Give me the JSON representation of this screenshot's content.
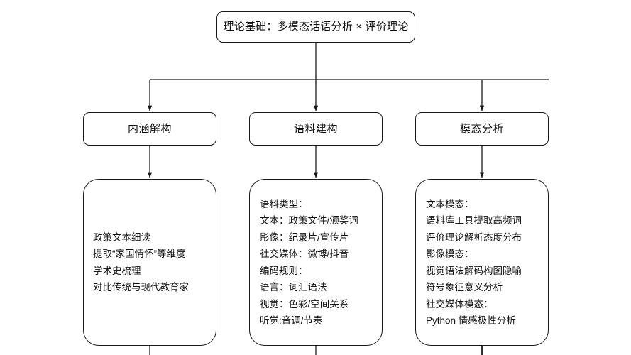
{
  "diagram": {
    "title_node": {
      "label": "理论基础：多模态话语分析 × 评价理论"
    },
    "stages": [
      {
        "id": "stage-connotation",
        "label": "内涵解构"
      },
      {
        "id": "stage-corpus",
        "label": "语料建构"
      },
      {
        "id": "stage-modality",
        "label": "模态分析"
      }
    ],
    "details": [
      {
        "id": "detail-connotation",
        "lines": [
          "政策文本细读",
          "提取“家国情怀”等维度",
          "学术史梳理",
          "对比传统与现代教育家"
        ]
      },
      {
        "id": "detail-corpus",
        "lines": [
          "语料类型：",
          "文本：政策文件/颁奖词",
          "影像：纪录片/宣传片",
          "社交媒体：微博/抖音",
          "编码规则：",
          "语言：词汇语法",
          "视觉：色彩/空间关系",
          "听觉:音调/节奏"
        ]
      },
      {
        "id": "detail-modality",
        "lines": [
          "文本模态：",
          "语料库工具提取高频词",
          "评价理论解析态度分布",
          "影像模态：",
          "视觉语法解码构图隐喻",
          "符号象征意义分析",
          "社交媒体模态：",
          "Python 情感极性分析"
        ]
      }
    ],
    "colors": {
      "background": "#ffffff",
      "stroke": "#1a1a1a",
      "text": "#111111"
    }
  }
}
